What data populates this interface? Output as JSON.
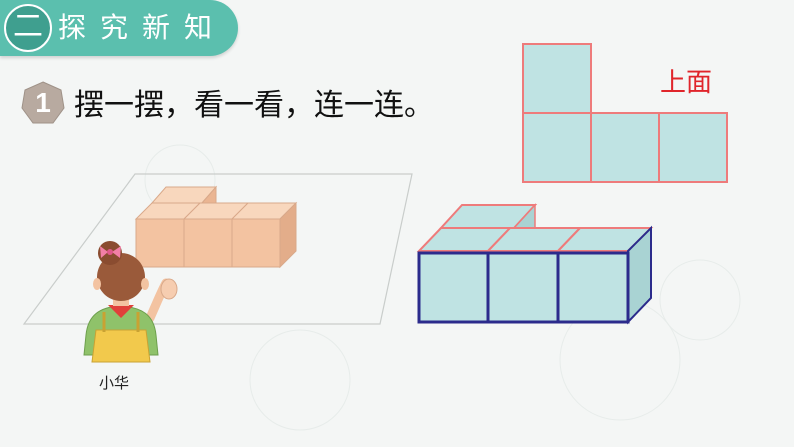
{
  "section": {
    "number": "二",
    "title": "探究新知"
  },
  "step": {
    "number": "1",
    "instruction": "摆一摆，看一看，连一连。"
  },
  "top_view": {
    "label": "上面"
  },
  "character": {
    "name": "小华"
  },
  "colors": {
    "tab_green": "#5bbfae",
    "label_red": "#e0252b",
    "cube_orange": "#f6c9a8",
    "cube_blue": "#bfe3e3",
    "front_outline": "#2b2b8c",
    "top_outline": "#ee7b7b"
  }
}
